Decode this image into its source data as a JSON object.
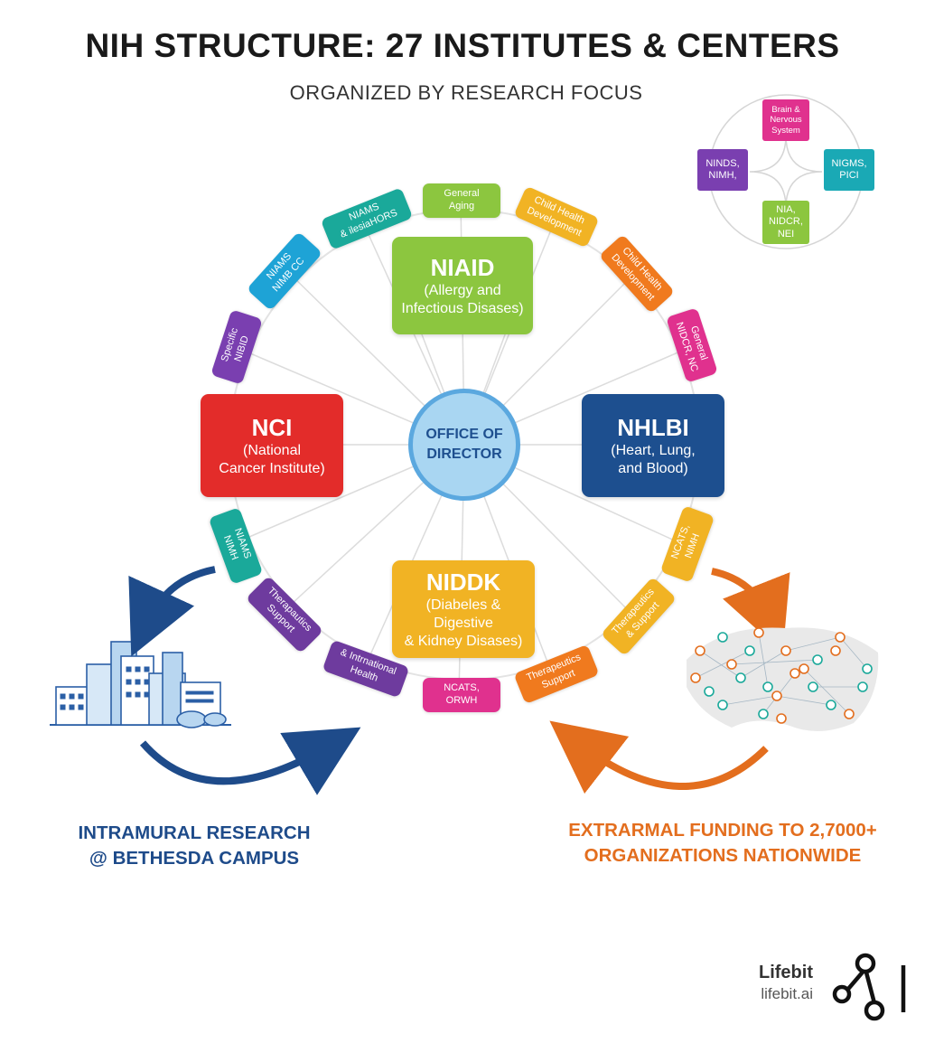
{
  "header": {
    "title": "NIH STRUCTURE: 27 INSTITUTES & CENTERS",
    "subtitle": "ORGANIZED BY RESEARCH FOCUS"
  },
  "hub": {
    "line1": "OFFICE OF",
    "line2": "DIRECTOR"
  },
  "major_institutes": [
    {
      "abbr": "NIAID",
      "line1": "(Allergy and",
      "line2": "Infectious Disases)",
      "color": "#8cc63f"
    },
    {
      "abbr": "NCI",
      "line1": "(National",
      "line2": "Cancer Institute)",
      "color": "#e32c2a"
    },
    {
      "abbr": "NHLBI",
      "line1": "(Heart, Lung,",
      "line2": "and Blood)",
      "color": "#1d4f8f"
    },
    {
      "abbr": "NIDDK",
      "line1": "(Diabeles & Digestive",
      "line2": "& Kidney Disases)",
      "color": "#f1b324"
    }
  ],
  "small_centers": [
    {
      "line1": "General",
      "line2": "Aging",
      "color": "#8cc63f"
    },
    {
      "line1": "Child Health",
      "line2": "Development",
      "color": "#f1b324"
    },
    {
      "line1": "Child Health",
      "line2": "Development",
      "color": "#f07a1e"
    },
    {
      "line1": "General",
      "line2": "NIDCR, NC",
      "color": "#e0318e"
    },
    {
      "line1": "NCATS,",
      "line2": "NIMH",
      "color": "#f1b324"
    },
    {
      "line1": "Therapeutics",
      "line2": "& Support",
      "color": "#f1b324"
    },
    {
      "line1": "Therapeutics",
      "line2": "Support",
      "color": "#f07a1e"
    },
    {
      "line1": "NCATS,",
      "line2": "ORWH",
      "color": "#e0318e"
    },
    {
      "line1": "& Intrnational",
      "line2": "Health",
      "color": "#6e3b9e"
    },
    {
      "line1": "Therapautics",
      "line2": "Support",
      "color": "#6e3b9e"
    },
    {
      "line1": "NIAMS",
      "line2": "NIMH",
      "color": "#1aa99a"
    },
    {
      "line1": "Specific",
      "line2": "NIBID",
      "color": "#7a3fb0"
    },
    {
      "line1": "NIAMS",
      "line2": "NIMB CC",
      "color": "#1ea3d6"
    },
    {
      "line1": "NIAMS",
      "line2": "& ilesiaHORS",
      "color": "#1aa99a"
    }
  ],
  "legend": {
    "top": {
      "line1": "Brain &",
      "line2": "Nervous",
      "line3": "System",
      "color": "#e0318e"
    },
    "left": {
      "line1": "NINDS,",
      "line2": "NIMH,",
      "color": "#7a3fb0"
    },
    "right": {
      "line1": "NIGMS,",
      "line2": "PICI",
      "color": "#1aa9b5"
    },
    "bottom": {
      "line1": "NIA,",
      "line2": "NIDCR,",
      "line3": "NEI",
      "color": "#8cc63f"
    }
  },
  "footer": {
    "intramural_line1": "INTRAMURAL RESEARCH",
    "intramural_line2": "@ BETHESDA CAMPUS",
    "extramural_line1": "EXTRARMAL FUNDING TO 2,7000+",
    "extramural_line2": "ORGANIZATIONS NATIONWIDE"
  },
  "brand": {
    "name": "Lifebit",
    "url": "lifebit.ai"
  },
  "colors": {
    "intramural": "#1e4b8a",
    "extramural": "#e36e1e",
    "hub_fill": "#a9d6f2",
    "hub_border": "#5ba8df"
  }
}
